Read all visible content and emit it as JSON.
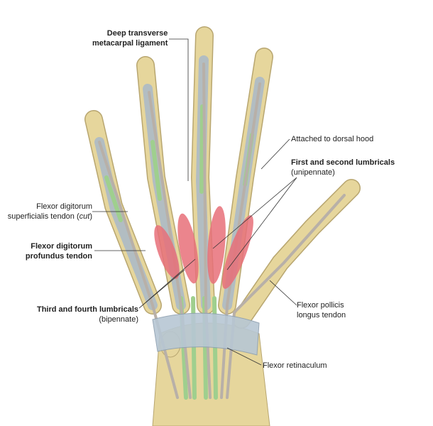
{
  "labels": {
    "deep_transverse": [
      "Deep transverse",
      "metacarpal ligament"
    ],
    "dorsal_hood": "Attached to dorsal hood",
    "first_second": {
      "title": "First and second lumbricals",
      "sub": "(unipennate)"
    },
    "fds": {
      "line1": "Flexor digitorum",
      "line2_pre": "superficialis tendon (",
      "line2_it": "cut",
      "line2_post": ")"
    },
    "fdp": [
      "Flexor digitorum",
      "profundus tendon"
    ],
    "third_fourth": {
      "title": "Third and fourth lumbricals",
      "sub": "(bipennate)"
    },
    "fpl": [
      "Flexor pollicis",
      "longus tendon"
    ],
    "retinaculum": "Flexor retinaculum"
  },
  "colors": {
    "bone": "#e6d69c",
    "sheath": "#a9b9c9",
    "tendon_green": "#9fcf8e",
    "muscle_red": "#e8707a",
    "tendon_gray": "#b8b0a8"
  }
}
